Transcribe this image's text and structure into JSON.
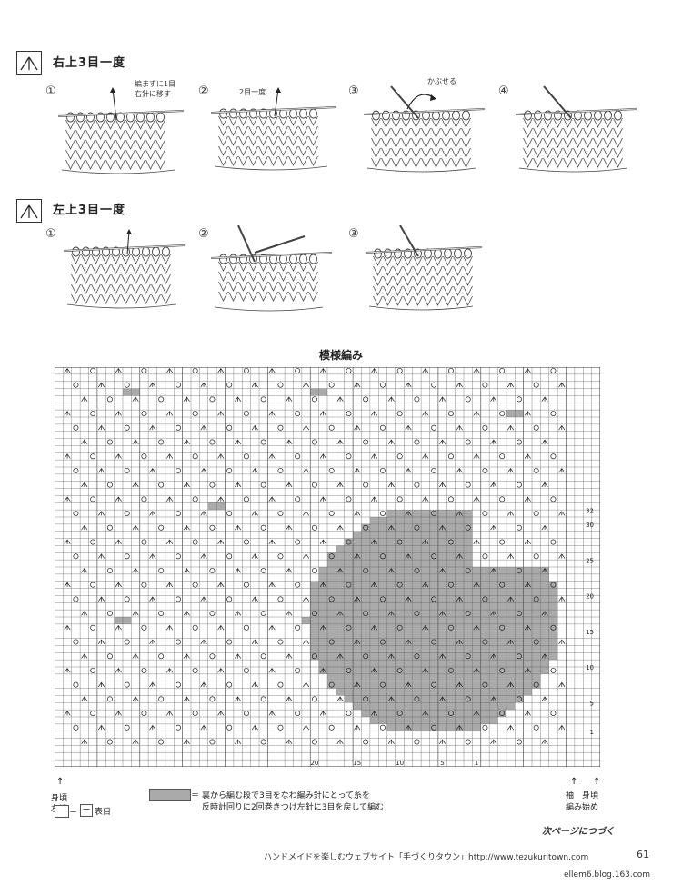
{
  "section1": {
    "title": "右上3目一度",
    "steps": [
      "①",
      "②",
      "③",
      "④"
    ],
    "note1": "編まずに1目",
    "note2": "右針に移す",
    "note3": "2目一度",
    "note4": "かぶせる"
  },
  "section2": {
    "title": "左上3目一度",
    "steps": [
      "①",
      "②",
      "③"
    ]
  },
  "chart": {
    "title": "模様編み",
    "row_numbers": [
      "32",
      "30",
      "25",
      "20",
      "15",
      "10",
      "5",
      "1"
    ],
    "col_numbers": [
      "20",
      "15",
      "10",
      "5",
      "1"
    ]
  },
  "legend": {
    "left_label_1": "身頃",
    "left_label_2": "左端",
    "right_label_1": "袖",
    "right_label_2": "身頃",
    "right_label_3": "編み始め",
    "gray_eq": "＝",
    "gray_note_1": "裏から編む段で3目をなわ編み針にとって糸を",
    "gray_note_2": "反時計回りに2回巻きつけ左針に3目を戻して編む",
    "blank_eq": "＝",
    "blank_symbol": "ー",
    "blank_note": "表目"
  },
  "footer": {
    "next_page": "次ページにつづく",
    "site": "ハンドメイドを楽しむウェブサイト「手づくりタウン」http://www.tezukuritown.com",
    "page": "61",
    "watermark": "ellem6.blog.163.com"
  },
  "colors": {
    "shade": "#aaaaaa",
    "grid": "#555555"
  }
}
